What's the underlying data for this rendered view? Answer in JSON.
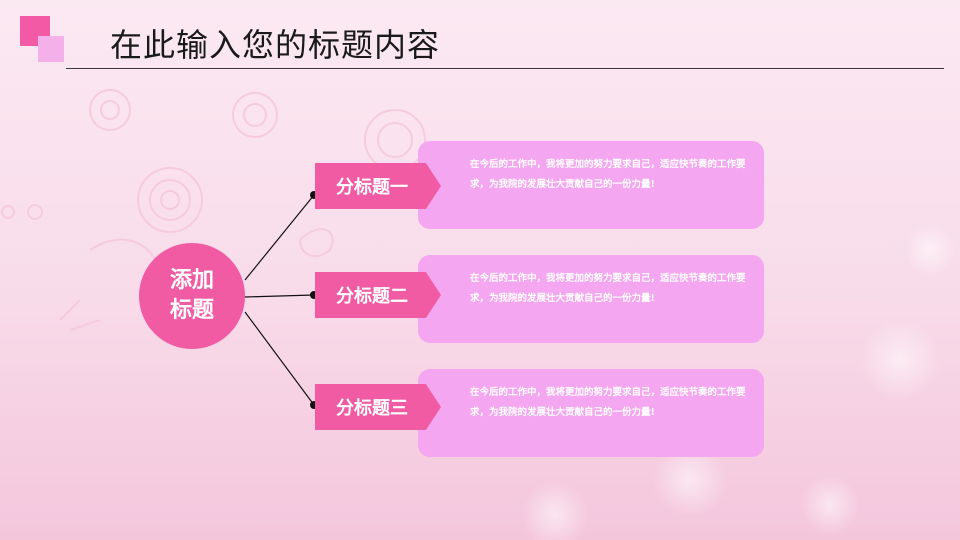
{
  "slide": {
    "title": "在此输入您的标题内容",
    "hub_label_line1": "添加",
    "hub_label_line2": "标题",
    "branches": [
      {
        "label": "分标题一",
        "text": "在今后的工作中，我将更加的努力要求自己，适应快节奏的工作要求，为我院的发展壮大贡献自己的一份力量!"
      },
      {
        "label": "分标题二",
        "text": "在今后的工作中，我将更加的努力要求自己，适应快节奏的工作要求，为我院的发展壮大贡献自己的一份力量!"
      },
      {
        "label": "分标题三",
        "text": "在今后的工作中，我将更加的努力要求自己，适应快节奏的工作要求，为我院的发展壮大贡献自己的一份力量!"
      }
    ]
  },
  "colors": {
    "accent": "#f15ba4",
    "card": "#f4a6f0",
    "logo_light": "#f3b0e9"
  }
}
